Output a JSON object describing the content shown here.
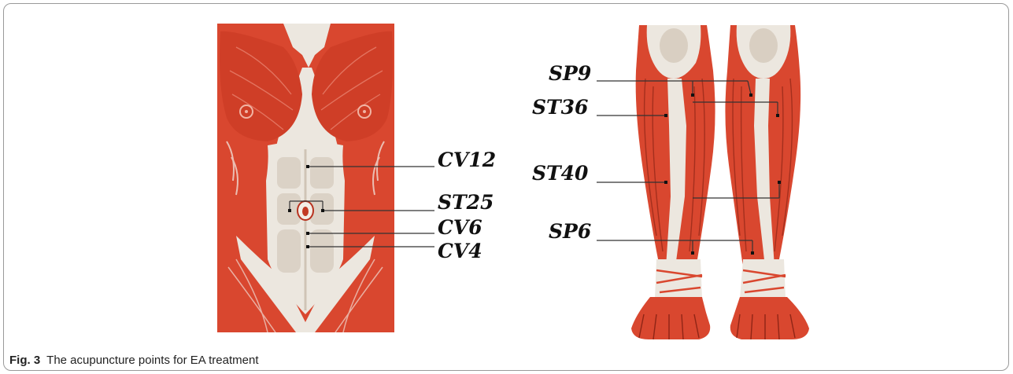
{
  "figure": {
    "caption_label": "Fig. 3",
    "caption_text": "The acupuncture points for EA treatment",
    "torso_points": [
      "CV12",
      "ST25",
      "CV6",
      "CV4"
    ],
    "leg_points": [
      "SP9",
      "ST36",
      "ST40",
      "SP6"
    ],
    "colors": {
      "muscle": "#d9472f",
      "muscle_dark": "#b8321f",
      "tendon": "#ece7df",
      "leader_line": "#333333"
    }
  }
}
